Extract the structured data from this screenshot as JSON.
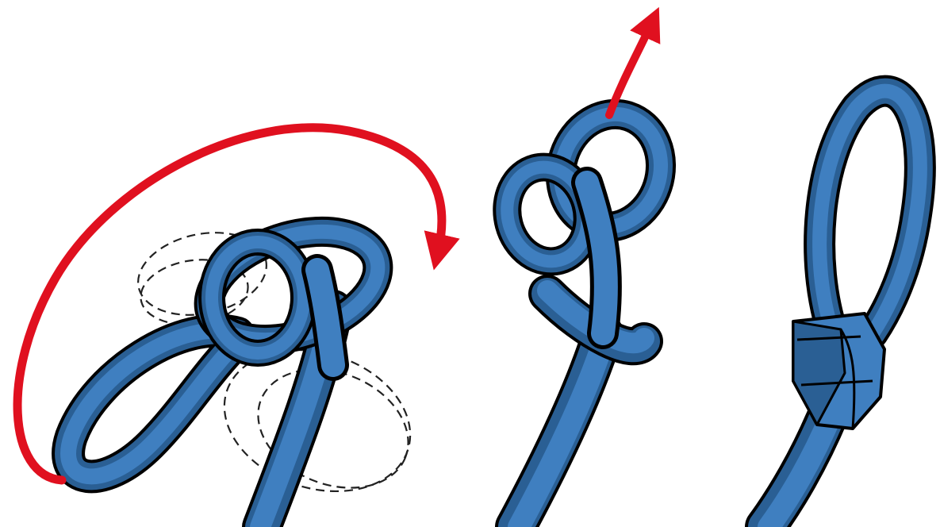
{
  "figure": {
    "steps": [
      {
        "id": "step-1",
        "motion": "wrap-around-arrow"
      },
      {
        "id": "step-2",
        "motion": "pull-up-arrow"
      },
      {
        "id": "step-3",
        "motion": "none"
      }
    ]
  },
  "colors": {
    "strap_light": "#3f7fc0",
    "strap_dark": "#2a5f94",
    "outline": "#000000",
    "arrow": "#e0101f",
    "ghost_outline": "#222222",
    "background": "#ffffff"
  }
}
